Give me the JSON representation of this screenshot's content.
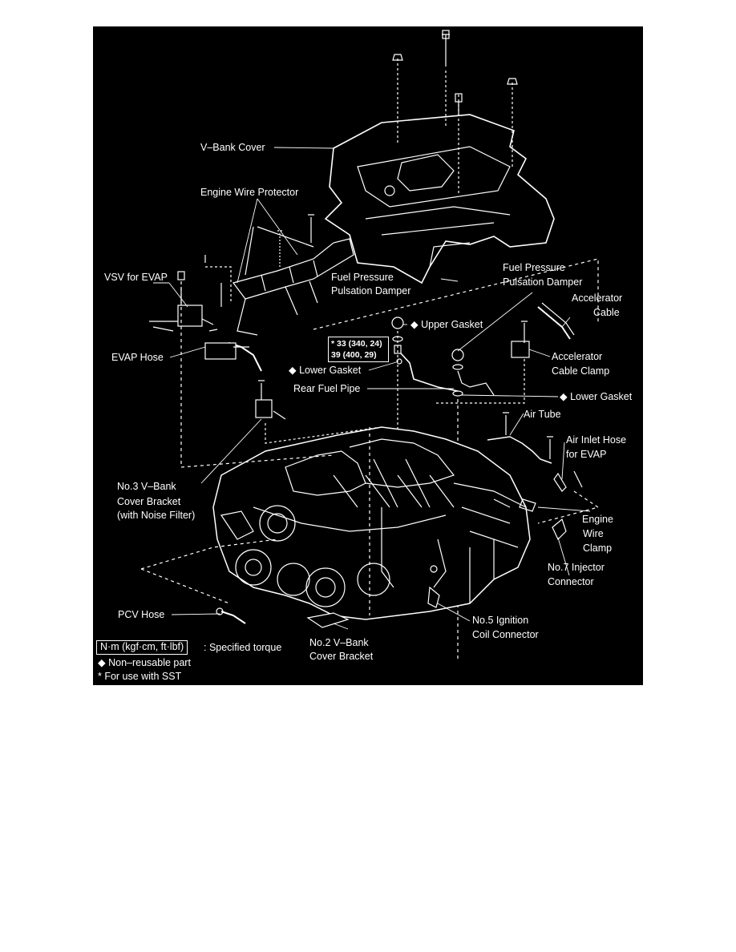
{
  "labels": {
    "v_bank_cover": "V–Bank Cover",
    "engine_wire_protector": "Engine Wire Protector",
    "vsv_for_evap": "VSV for EVAP",
    "fuel_pressure_damper_left_1": "Fuel Pressure",
    "fuel_pressure_damper_left_2": "Pulsation Damper",
    "fuel_pressure_damper_right_1": "Fuel Pressure",
    "fuel_pressure_damper_right_2": "Pulsation Damper",
    "accelerator_cable_1": "Accelerator",
    "accelerator_cable_2": "Cable",
    "upper_gasket": "◆ Upper Gasket",
    "evap_hose": "EVAP Hose",
    "accelerator_cable_clamp_1": "Accelerator",
    "accelerator_cable_clamp_2": "Cable Clamp",
    "lower_gasket_left": "◆ Lower Gasket",
    "rear_fuel_pipe": "Rear Fuel Pipe",
    "lower_gasket_right": "◆ Lower Gasket",
    "air_tube": "Air Tube",
    "air_inlet_hose_1": "Air Inlet Hose",
    "air_inlet_hose_2": "for EVAP",
    "no3_bracket_1": "No.3 V–Bank",
    "no3_bracket_2": "Cover Bracket",
    "no3_bracket_3": "(with Noise Filter)",
    "engine_wire_clamp_1": "Engine",
    "engine_wire_clamp_2": "Wire",
    "engine_wire_clamp_3": "Clamp",
    "no7_injector_1": "No.7 Injector",
    "no7_injector_2": "Connector",
    "pcv_hose": "PCV Hose",
    "no5_ignition_1": "No.5 Ignition",
    "no5_ignition_2": "Coil Connector",
    "no2_bracket_1": "No.2 V–Bank",
    "no2_bracket_2": "Cover Bracket"
  },
  "torque": {
    "line1": "* 33 (340, 24)",
    "line2": "39 (400, 29)"
  },
  "legend": {
    "unit": "N·m (kgf·cm, ft·lbf)",
    "unit_desc": ": Specified torque",
    "non_reusable": "◆ Non–reusable part",
    "sst_note": "* For use with SST"
  },
  "colors": {
    "background": "#000000",
    "ink": "#ffffff",
    "page": "#ffffff"
  }
}
